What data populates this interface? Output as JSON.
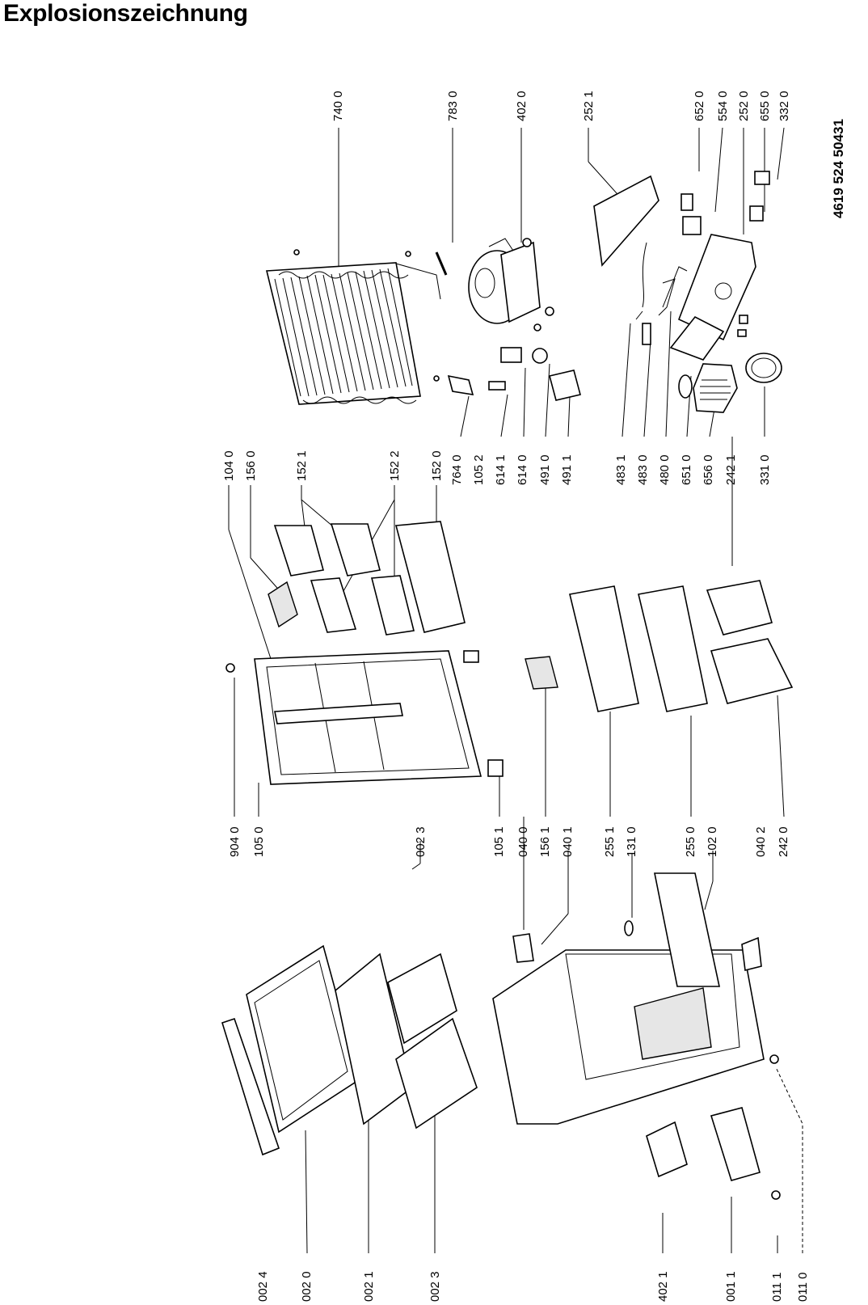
{
  "title": "Explosionszeichnung",
  "document_number": "4619 524 50431",
  "labels": [
    "740 0",
    "783 0",
    "402 0",
    "252 1",
    "652 0",
    "554 0",
    "252 0",
    "655 0",
    "332 0",
    "104 0",
    "156 0",
    "152 1",
    "152 2",
    "152 0",
    "764 0",
    "105 2",
    "614 1",
    "614 0",
    "491 0",
    "491 1",
    "483 1",
    "483 0",
    "480 0",
    "651 0",
    "656 0",
    "242 1",
    "331 0",
    "904 0",
    "105 0",
    "002 3",
    "105 1",
    "040 0",
    "156 1",
    "040 1",
    "255 1",
    "131 0",
    "255 0",
    "102 0",
    "040 2",
    "242 0",
    "002 4",
    "002 0",
    "002 1",
    "002 3",
    "402 1",
    "001 1",
    "011 1",
    "011 0"
  ]
}
